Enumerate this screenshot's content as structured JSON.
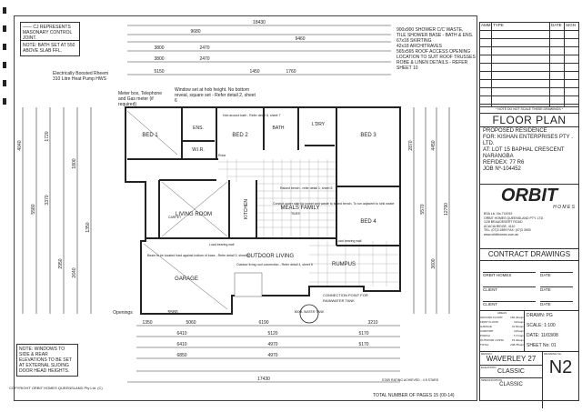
{
  "notes": {
    "cj": "—— CJ  REPRESENTS MASONARY CONTROL JOINT.",
    "bath": "NOTE: BATH SET AT 550 ABOVE SLAB FFL.",
    "windows": "NOTE: WINDOWS TO SIDE & REAR ELEVATIONS TO BE SET AT EXTERNAL SLIDING DOOR HEAD HEIGHTS.",
    "hws": "Electrically Boosted Rheem 310 Litre Heat Pump HWS",
    "meter": "Meter box, Telephone and Gas meter (if required)",
    "window_set": "Window set at hob height. No bottom reveal, square set - Refer detail 2, sheet 6",
    "spec": [
      "900x900 SHOWER C/C WASTE,",
      "TILE SHOWER BASE - BATH & ENS.",
      "67x18 SKIRTING",
      "42x18 ARCHITRAVES",
      "565x565 ROOF ACCESS OPENING",
      "LOCATION TO SUIT ROOF TRUSSES",
      "ROBE & LINEN DETAILS - REFER",
      "SHEET 10"
    ],
    "copyright": "COPYRIGHT ORBIT HOMES QUEENSLAND Pty Ltd. (C)",
    "total_pages": "TOTAL NUMBER OF PAGES 15 (00-14)",
    "connection": "CONNECTION POINT FOR RAINWATER TANK",
    "water_tank": "5000L WATER TANK",
    "openings": "Openings"
  },
  "rooms": {
    "bed1": "BED 1",
    "ens": "ENS.",
    "wir": "W.I.R.",
    "bed2": "BED 2",
    "bath": "BATH",
    "ldry": "L'DRY",
    "bed3": "BED 3",
    "living": "LIVING ROOM",
    "kitchen": "KITCHEN",
    "meals": "MEALS FAMILY",
    "bed4": "BED 4",
    "garage": "GARAGE",
    "outdoor": "OUTDOOR LIVING",
    "rumpus": "RUMPUS",
    "carpet": "CARPET",
    "tiles": "TILES",
    "load_wall": "Load bearing wall",
    "hob": "Hob around bath - Refer detail 6, sheet 7",
    "robe": "Robe",
    "beam": "Beam to be located hard against bottom of base - Refer detail 3, sheet 8",
    "outdoor_note": "Outdoor living roof connection - Refer detail 4, sheet 6",
    "conduit": "Conduit under slab for power and waste to island bench. To run adjacent to sink waste",
    "raised": "Raised bench - refer detail 1, sheet 8"
  },
  "dims": {
    "top": [
      "18430",
      "9680",
      "9460",
      "3800",
      "2470",
      "3800",
      "2470",
      "5150",
      "1450",
      "1760"
    ],
    "bottom": [
      "1350",
      "5060",
      "6190",
      "3210",
      "6410",
      "5120",
      "5170",
      "6410",
      "4970",
      "5170",
      "6850",
      "4970",
      "17430",
      "5580"
    ],
    "left": [
      "4040",
      "5580",
      "1720",
      "3370",
      "2950",
      "1800",
      "1350",
      "2640"
    ],
    "right": [
      "2870",
      "5570",
      "12790",
      "4450",
      "3600"
    ]
  },
  "title_block": {
    "amd": "AMM",
    "type": "TYPE",
    "date": "DATE",
    "sign": "SIGN",
    "no_scale": "* NOTE DO NOT SCALE THESE DRAWINGS *",
    "title": "FLOOR PLAN",
    "residence": "PROPOSED RESIDENCE",
    "for": "FOR: KISHAN ENTERPRISES PTY . LTD.",
    "at": "AT:  LOT 15 BAPHAL CRESCENT NARANGBA",
    "refidex": "REFIDEX: 77 R6",
    "job": "JOB Nº-104452",
    "logo": "ORBIT",
    "logo_sub": "H O M E S",
    "company": [
      "BSA Lic. No.714919",
      "ORBIT HOMES QUEENSLAND PTY. LTD.",
      "1/28 BEAUDESERT ROAD",
      "ACACIA RIDGE, 4110",
      "TEL: (07)3 2899 FAX: (07)3 3900",
      "www.orbithomes.com.au"
    ],
    "contract": "CONTRACT DRAWINGS",
    "sign_rows": [
      "ORBIT HOMES",
      "CLIENT",
      "CLIENT"
    ],
    "areas_title": "AREAS",
    "areas": [
      [
        "GROUND FLOOR",
        "184.40sqm"
      ],
      [
        "FIRST FLOOR",
        "N/Asqm"
      ],
      [
        "GARAGE",
        "41.60sqm"
      ],
      [
        "CARPORT",
        "N/Asqm"
      ],
      [
        "PORCH",
        "7.17sqm"
      ],
      [
        "OUTDOOR LIVING",
        "15.40sqm"
      ],
      [
        "TOTAL",
        "248.78sqm"
      ]
    ],
    "drawn": "DRAWN:  PG",
    "scale": "SCALE:  1:100",
    "date_v": "DATE:   11/03/08",
    "sheet": "SHEET No: 01",
    "design_lbl": "DESIGN",
    "design": "WAVERLEY 27",
    "elev_lbl": "ELEVATION",
    "elevation": "CLASSIC",
    "spec_lbl": "SPECIFICATION",
    "specification": "CLASSIC",
    "dwg_lbl": "DRAWING No.",
    "dwg": "N2",
    "energy": "STAR RATING ACHIEVED - 4.5 STARS"
  }
}
